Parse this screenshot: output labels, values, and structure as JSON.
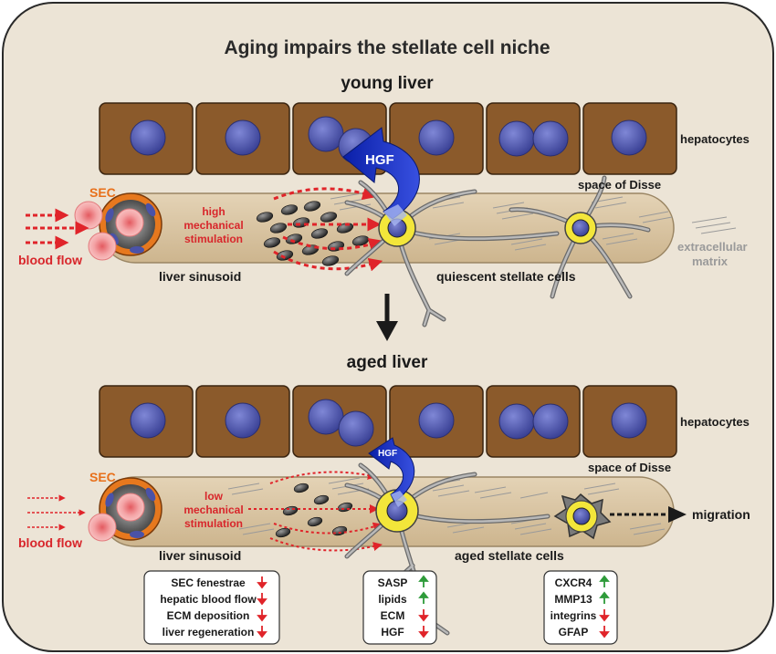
{
  "title": "Aging impairs the stellate cell niche",
  "young": {
    "heading": "young liver",
    "hepatocytes": "hepatocytes",
    "space_of_disse": "space of Disse",
    "sec": "SEC",
    "stim": [
      "high",
      "mechanical",
      "stimulation"
    ],
    "blood_flow": "blood flow",
    "sinusoid": "liver sinusoid",
    "hgf": "HGF",
    "cells": "quiescent stellate cells",
    "ecm": [
      "extracellular",
      "matrix"
    ]
  },
  "aged": {
    "heading": "aged liver",
    "hepatocytes": "hepatocytes",
    "space_of_disse": "space of Disse",
    "sec": "SEC",
    "stim": [
      "low",
      "mechanical",
      "stimulation"
    ],
    "blood_flow": "blood flow",
    "sinusoid": "liver sinusoid",
    "hgf": "HGF",
    "cells": "aged stellate cells",
    "migration": "migration"
  },
  "boxes": [
    {
      "items": [
        {
          "label": "SEC fenestrae",
          "dir": "down"
        },
        {
          "label": "hepatic blood flow",
          "dir": "down"
        },
        {
          "label": "ECM deposition",
          "dir": "down"
        },
        {
          "label": "liver regeneration",
          "dir": "down"
        }
      ]
    },
    {
      "items": [
        {
          "label": "SASP",
          "dir": "up"
        },
        {
          "label": "lipids",
          "dir": "up"
        },
        {
          "label": "ECM",
          "dir": "down"
        },
        {
          "label": "HGF",
          "dir": "down"
        }
      ]
    },
    {
      "items": [
        {
          "label": "CXCR4",
          "dir": "up"
        },
        {
          "label": "MMP13",
          "dir": "up"
        },
        {
          "label": "integrins",
          "dir": "down"
        },
        {
          "label": "GFAP",
          "dir": "down"
        }
      ]
    }
  ],
  "colors": {
    "background": "#ece4d6",
    "hepatocyte": "#8b5a2b",
    "nucleus": "#4a52a8",
    "sinusoid": "#d9c4a2",
    "sec": "#e6781e",
    "arrow_red": "#e0242a",
    "hgf_blue": "#1c2fbf",
    "up_green": "#2e9b3a",
    "down_red": "#e0242a",
    "label_red": "#d8262b",
    "label_orange": "#e8701a",
    "ecm_gray": "#9a9a9a"
  }
}
